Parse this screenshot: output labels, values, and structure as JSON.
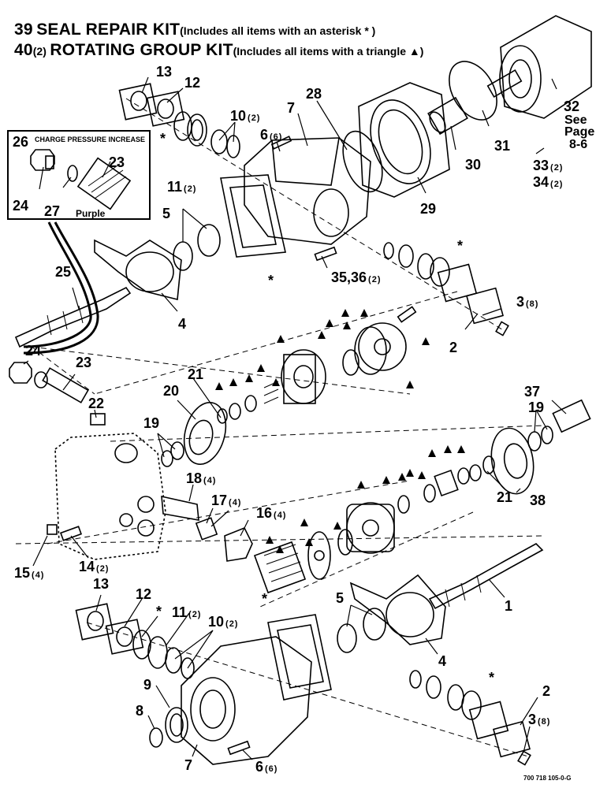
{
  "header": {
    "line1_num": "39",
    "line1_title": "SEAL REPAIR KIT",
    "line1_note": "(Includes all items with an asterisk * )",
    "line2_num": "40",
    "line2_qty": "(2)",
    "line2_title": "ROTATING GROUP KIT",
    "line2_note": "(Includes all items with a triangle ▲)"
  },
  "inset": {
    "number": "26",
    "title": "CHARGE PRESSURE INCREASE",
    "purple_label": "Purple"
  },
  "see_page": {
    "line1": "See",
    "line2": "Page",
    "line3": "8-6"
  },
  "reference": "700 718 105-0-G",
  "callouts": [
    {
      "num": "13",
      "qty": ""
    },
    {
      "num": "12",
      "qty": ""
    },
    {
      "num": "10",
      "qty": "(2)"
    },
    {
      "num": "6",
      "qty": "(6)"
    },
    {
      "num": "7",
      "qty": ""
    },
    {
      "num": "28",
      "qty": ""
    },
    {
      "num": "32",
      "qty": ""
    },
    {
      "num": "11",
      "qty": "(2)"
    },
    {
      "num": "30",
      "qty": ""
    },
    {
      "num": "31",
      "qty": ""
    },
    {
      "num": "29",
      "qty": ""
    },
    {
      "num": "33",
      "qty": "(2)"
    },
    {
      "num": "34",
      "qty": "(2)"
    },
    {
      "num": "23",
      "qty": ""
    },
    {
      "num": "24",
      "qty": ""
    },
    {
      "num": "27",
      "qty": ""
    },
    {
      "num": "5",
      "qty": ""
    },
    {
      "num": "35,36",
      "qty": "(2)"
    },
    {
      "num": "25",
      "qty": ""
    },
    {
      "num": "4",
      "qty": ""
    },
    {
      "num": "3",
      "qty": "(8)"
    },
    {
      "num": "2",
      "qty": ""
    },
    {
      "num": "24",
      "qty": ""
    },
    {
      "num": "23",
      "qty": ""
    },
    {
      "num": "22",
      "qty": ""
    },
    {
      "num": "21",
      "qty": ""
    },
    {
      "num": "20",
      "qty": ""
    },
    {
      "num": "37",
      "qty": ""
    },
    {
      "num": "19",
      "qty": ""
    },
    {
      "num": "19",
      "qty": ""
    },
    {
      "num": "18",
      "qty": "(4)"
    },
    {
      "num": "17",
      "qty": "(4)"
    },
    {
      "num": "16",
      "qty": "(4)"
    },
    {
      "num": "21",
      "qty": ""
    },
    {
      "num": "38",
      "qty": ""
    },
    {
      "num": "15",
      "qty": "(4)"
    },
    {
      "num": "14",
      "qty": "(2)"
    },
    {
      "num": "1",
      "qty": ""
    },
    {
      "num": "13",
      "qty": ""
    },
    {
      "num": "12",
      "qty": ""
    },
    {
      "num": "11",
      "qty": "(2)"
    },
    {
      "num": "10",
      "qty": "(2)"
    },
    {
      "num": "5",
      "qty": ""
    },
    {
      "num": "4",
      "qty": ""
    },
    {
      "num": "9",
      "qty": ""
    },
    {
      "num": "8",
      "qty": ""
    },
    {
      "num": "7",
      "qty": ""
    },
    {
      "num": "6",
      "qty": "(6)"
    },
    {
      "num": "2",
      "qty": ""
    },
    {
      "num": "3",
      "qty": "(8)"
    }
  ]
}
